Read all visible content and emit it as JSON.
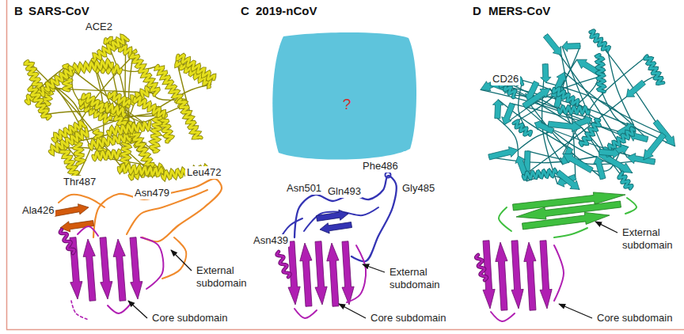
{
  "diagram": {
    "nodes": [
      {
        "text": [
          "?"
        ]
      }
    ],
    "labels": [
      "B",
      "SARS-CoV",
      "C",
      "2019-nCoV",
      "D",
      "MERS-CoV",
      "ACE2",
      "Thr487",
      "Asn479",
      "Leu472",
      "Ala426",
      "External subdomain",
      "Core subdomain",
      "Asn501",
      "Gln493",
      "Phe486",
      "Gly485",
      "Asn439",
      "External subdomain",
      "Core subdomain",
      "CD26",
      "External subdomain",
      "Core subdomain"
    ]
  }
}
